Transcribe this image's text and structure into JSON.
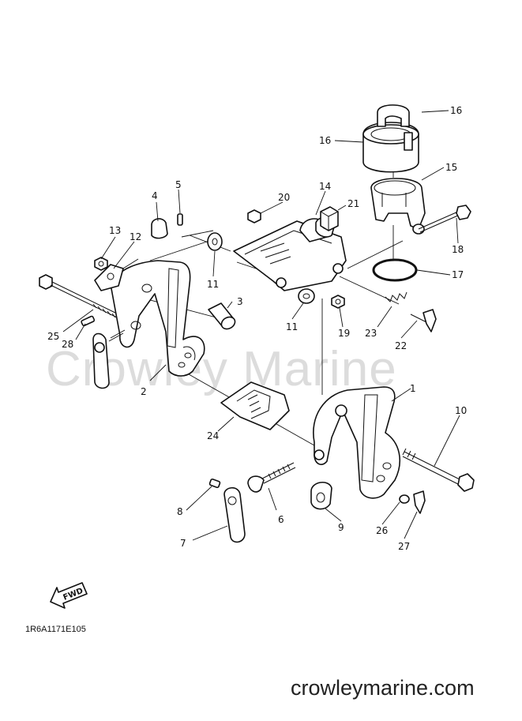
{
  "diagram": {
    "watermark": "Crowley Marine",
    "site_label": "crowleymarine.com",
    "drawing_code": "1R6A1171E105",
    "direction_marker": "FWD",
    "callouts": [
      {
        "id": "c1",
        "label": "1"
      },
      {
        "id": "c2",
        "label": "2"
      },
      {
        "id": "c3",
        "label": "3"
      },
      {
        "id": "c4",
        "label": "4"
      },
      {
        "id": "c5",
        "label": "5"
      },
      {
        "id": "c6",
        "label": "6"
      },
      {
        "id": "c7",
        "label": "7"
      },
      {
        "id": "c8",
        "label": "8"
      },
      {
        "id": "c9",
        "label": "9"
      },
      {
        "id": "c10",
        "label": "10"
      },
      {
        "id": "c11a",
        "label": "11"
      },
      {
        "id": "c11b",
        "label": "11"
      },
      {
        "id": "c12",
        "label": "12"
      },
      {
        "id": "c13",
        "label": "13"
      },
      {
        "id": "c14",
        "label": "14"
      },
      {
        "id": "c15",
        "label": "15"
      },
      {
        "id": "c16a",
        "label": "16"
      },
      {
        "id": "c16b",
        "label": "16"
      },
      {
        "id": "c17",
        "label": "17"
      },
      {
        "id": "c18",
        "label": "18"
      },
      {
        "id": "c19",
        "label": "19"
      },
      {
        "id": "c20",
        "label": "20"
      },
      {
        "id": "c21",
        "label": "21"
      },
      {
        "id": "c22",
        "label": "22"
      },
      {
        "id": "c23",
        "label": "23"
      },
      {
        "id": "c24",
        "label": "24"
      },
      {
        "id": "c25",
        "label": "25"
      },
      {
        "id": "c26",
        "label": "26"
      },
      {
        "id": "c27",
        "label": "27"
      },
      {
        "id": "c28",
        "label": "28"
      }
    ]
  }
}
